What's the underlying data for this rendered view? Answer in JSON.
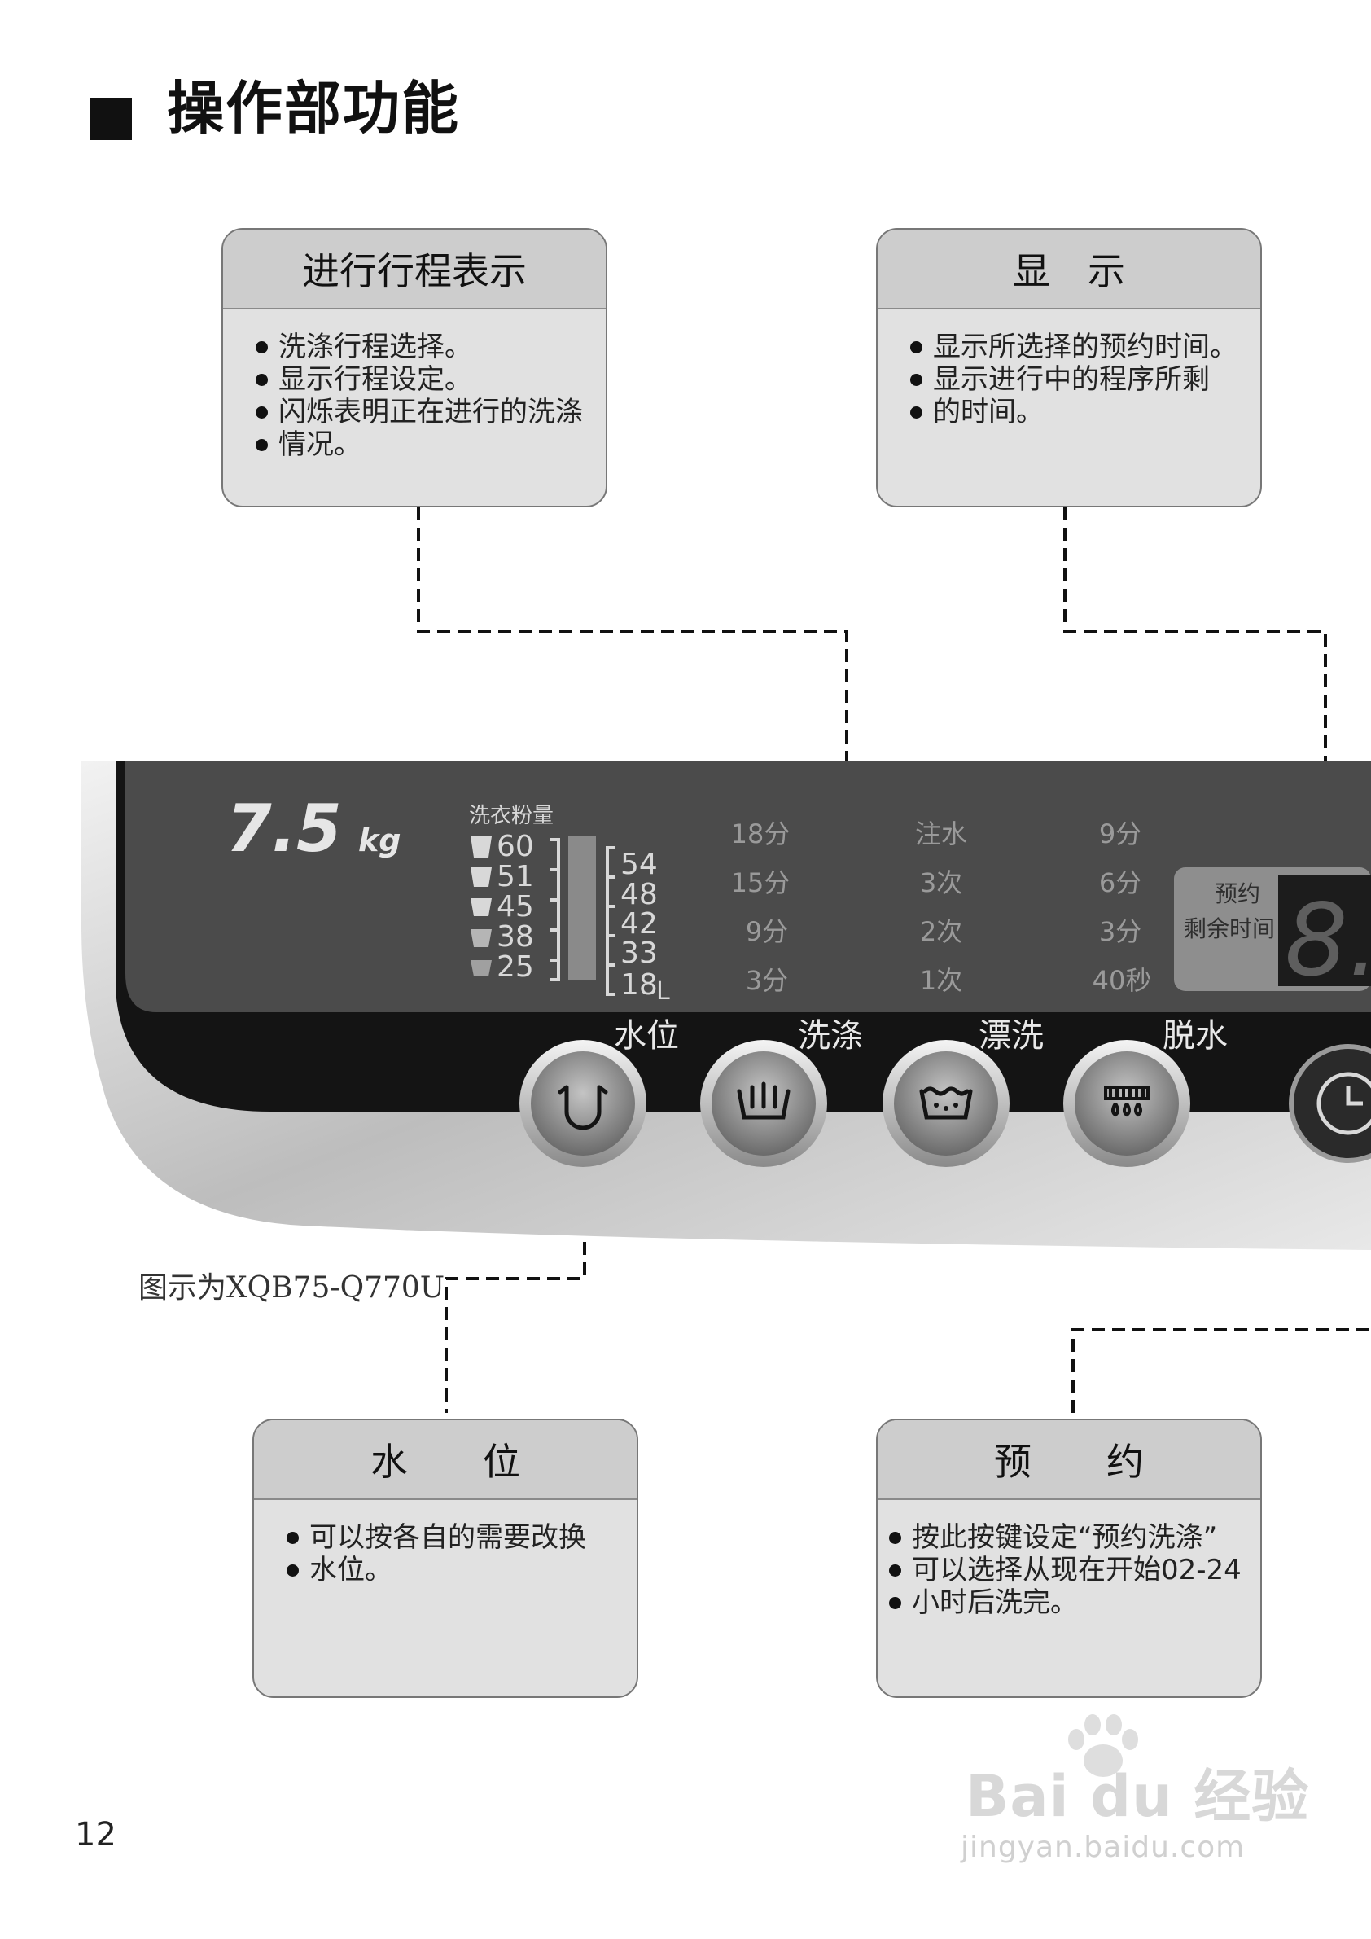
{
  "heading": {
    "title": "操作部功能"
  },
  "callouts": {
    "progress": {
      "title": "进行行程表示",
      "items": [
        "洗涤行程选择。",
        "显示行程设定。",
        "闪烁表明正在进行的洗涤",
        "情况。"
      ]
    },
    "display": {
      "title": "显　示",
      "items": [
        "显示所选择的预约时间。",
        "显示进行中的程序所剩",
        "的时间。"
      ]
    },
    "water_level": {
      "title": "水　　位",
      "items": [
        "可以按各自的需要改换",
        "水位。"
      ]
    },
    "reserve": {
      "title": "预　　约",
      "items": [
        "按此按键设定“预约洗涤”",
        "可以选择从现在开始02-24",
        "小时后洗完。"
      ]
    }
  },
  "panel": {
    "capacity": "7.5",
    "capacity_unit": "kg",
    "detergent_label": "洗衣粉量",
    "detergent_levels": [
      "60",
      "51",
      "45",
      "38",
      "25"
    ],
    "water_levels": [
      "54",
      "48",
      "42",
      "33",
      "18"
    ],
    "water_unit": "L",
    "wash_times": [
      "18分",
      "15分",
      "9分",
      "3分"
    ],
    "rinse_counts": [
      "注水",
      "3次",
      "2次",
      "1次"
    ],
    "spin_times": [
      "9分",
      "6分",
      "3分",
      "40秒"
    ],
    "display_label_1": "预约",
    "display_label_2": "剩余时间",
    "display_digit": "8.",
    "buttons": {
      "water_level": "水位",
      "wash": "洗涤",
      "rinse": "漂洗",
      "spin": "脱水"
    }
  },
  "caption": "图示为XQB75-Q770U",
  "page_number": "12",
  "watermark": {
    "main": "Bai du 经验",
    "sub": "jingyan.baidu.com"
  },
  "colors": {
    "panel_dark": "#4b4b4b",
    "panel_black": "#141414",
    "callout_body": "#e1e1e1",
    "callout_header": "#cdcdcd"
  }
}
